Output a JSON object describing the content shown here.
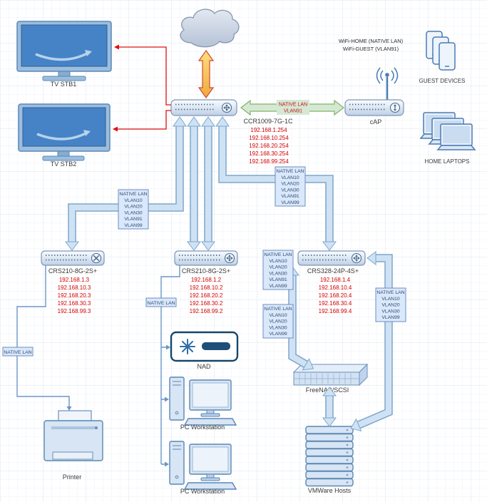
{
  "diagram": {
    "type": "home-network-topology",
    "colors": {
      "ip_text": "#d40000",
      "node_stroke": "#6c8ebf",
      "vlan_box_fill": "#dae8fc",
      "trunk_fill": "#cfe2f4",
      "trunk_stroke": "#7ea6cc",
      "wan_arrow_fill": "#f7c64d",
      "wan_arrow_stroke": "#cf4a2e",
      "wifi_link_fill": "#d5e8d4",
      "wifi_link_stroke": "#82b366",
      "tv_link_color": "#e01010"
    },
    "nodes": {
      "tv_stb1": {
        "label": "TV STB1"
      },
      "tv_stb2": {
        "label": "TV STB2"
      },
      "router": {
        "label": "CCR1009-7G-1C",
        "ips": [
          "192.168.1.254",
          "192.168.10.254",
          "192.168.20.254",
          "192.168.30.254",
          "192.168.99.254"
        ]
      },
      "cap": {
        "label": "cAP",
        "wifi_lines": [
          "WiFi-HOME (NATIVE LAN)",
          "WiFi-GUEST (VLAN91)"
        ]
      },
      "guest_devices": {
        "label": "GUEST DEVICES"
      },
      "home_laptops": {
        "label": "HOME LAPTOPS"
      },
      "switch_left": {
        "label": "CRS210-8G-2S+",
        "ips": [
          "192.168.1.3",
          "192.168.10.3",
          "192.168.20.3",
          "192.168.30.3",
          "192.168.99.3"
        ]
      },
      "switch_center": {
        "label": "CRS210-8G-2S+",
        "ips": [
          "192.168.1.2",
          "192.168.10.2",
          "192.168.20.2",
          "192.168.30.2",
          "192.168.99.2"
        ]
      },
      "switch_right": {
        "label": "CRS328-24P-4S+",
        "ips": [
          "192.168.1.4",
          "192.168.10.4",
          "192.168.20.4",
          "192.168.30.4",
          "192.168.99.4"
        ]
      },
      "nad": {
        "label": "NAD"
      },
      "pc_workstation_1": {
        "label": "PC Workstation"
      },
      "pc_workstation_2": {
        "label": "PC Workstation"
      },
      "printer": {
        "label": "Printer"
      },
      "freenas": {
        "label": "FreeNAS/SCSI"
      },
      "vmware_hosts": {
        "label": "VMWare Hosts"
      }
    },
    "links": {
      "router_cap_label": [
        "NATIVE LAN",
        "VLAN91"
      ],
      "vlan_box_trunk_left": [
        "NATIVE LAN",
        "VLAN10",
        "VLAN20",
        "VLAN30",
        "VLAN91",
        "VLAN99"
      ],
      "vlan_box_trunk_right": [
        "NATIVE LAN",
        "VLAN10",
        "VLAN20",
        "VLAN30",
        "VLAN91",
        "VLAN99"
      ],
      "vlan_box_switch_right": [
        "NATIVE LAN",
        "VLAN10",
        "VLAN20",
        "VLAN30",
        "VLAN91",
        "VLAN99"
      ],
      "vlan_box_freenas": [
        "NATIVE LAN",
        "VLAN10",
        "VLAN20",
        "VLAN30",
        "VLAN99"
      ],
      "vlan_box_vmware": [
        "NATIVE LAN",
        "VLAN10",
        "VLAN20",
        "VLAN30",
        "VLAN99"
      ],
      "native_lan_center": "NATIVE LAN",
      "native_lan_left": "NATIVE LAN"
    }
  }
}
